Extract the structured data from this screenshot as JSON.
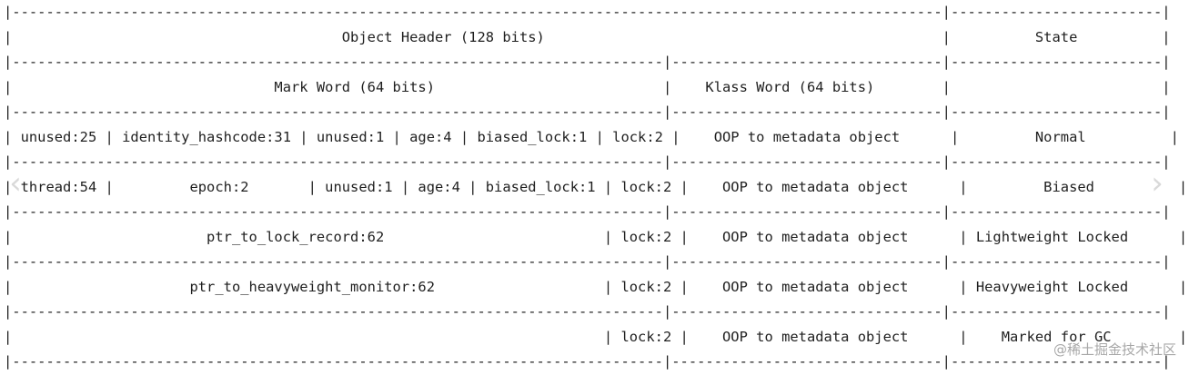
{
  "diagram": {
    "lines": [
      "|--------------------------------------------------------------------------------------------------------------|-------------------------|",
      "|                                       Object Header (128 bits)                                               |          State          |",
      "|-----------------------------------------------------------------------------|--------------------------------|-------------------------|",
      "|                               Mark Word (64 bits)                           |    Klass Word (64 bits)        |                         |",
      "|-----------------------------------------------------------------------------|--------------------------------|-------------------------|",
      "| unused:25 | identity_hashcode:31 | unused:1 | age:4 | biased_lock:1 | lock:2 |    OOP to metadata object      |         Normal          |",
      "|-----------------------------------------------------------------------------|--------------------------------|-------------------------|",
      "| thread:54 |         epoch:2       | unused:1 | age:4 | biased_lock:1 | lock:2 |    OOP to metadata object      |         Biased          |",
      "|-----------------------------------------------------------------------------|--------------------------------|-------------------------|",
      "|                       ptr_to_lock_record:62                          | lock:2 |    OOP to metadata object      | Lightweight Locked      |",
      "|-----------------------------------------------------------------------------|--------------------------------|-------------------------|",
      "|                     ptr_to_heavyweight_monitor:62                    | lock:2 |    OOP to metadata object      | Heavyweight Locked      |",
      "|-----------------------------------------------------------------------------|--------------------------------|-------------------------|",
      "|                                                                      | lock:2 |    OOP to metadata object      |    Marked for GC        |",
      "|-----------------------------------------------------------------------------|--------------------------------|-------------------------|"
    ]
  },
  "watermark": "@稀土掘金技术社区",
  "nav": {
    "prev": "‹",
    "next": "›"
  }
}
